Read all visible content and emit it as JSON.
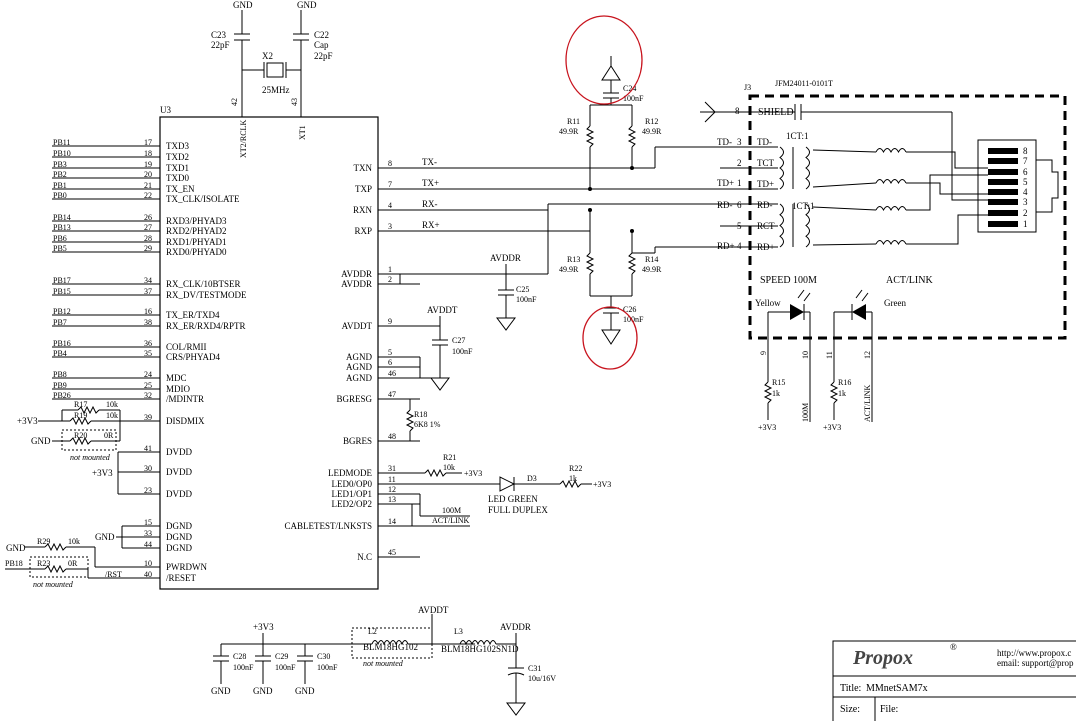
{
  "title": "Ethernet PHY (U3) schematic",
  "u3": {
    "ref": "U3",
    "left_pins": [
      {
        "num": "17",
        "name": "TXD3"
      },
      {
        "num": "18",
        "name": "TXD2"
      },
      {
        "num": "19",
        "name": "TXD1"
      },
      {
        "num": "20",
        "name": "TXD0"
      },
      {
        "num": "21",
        "name": "TX_EN"
      },
      {
        "num": "22",
        "name": "TX_CLK/ISOLATE"
      },
      {
        "num": "26",
        "name": "RXD3/PHYAD3"
      },
      {
        "num": "27",
        "name": "RXD2/PHYAD2"
      },
      {
        "num": "28",
        "name": "RXD1/PHYAD1"
      },
      {
        "num": "29",
        "name": "RXD0/PHYAD0"
      },
      {
        "num": "34",
        "name": "RX_CLK/10BTSER"
      },
      {
        "num": "37",
        "name": "RX_DV/TESTMODE"
      },
      {
        "num": "16",
        "name": "TX_ER/TXD4"
      },
      {
        "num": "38",
        "name": "RX_ER/RXD4/RPTR"
      },
      {
        "num": "36",
        "name": "COL/RMII"
      },
      {
        "num": "35",
        "name": "CRS/PHYAD4"
      },
      {
        "num": "24",
        "name": "MDC"
      },
      {
        "num": "25",
        "name": "MDIO"
      },
      {
        "num": "32",
        "name": "/MDINTR"
      },
      {
        "num": "39",
        "name": "DISDMIX"
      },
      {
        "num": "41",
        "name": "DVDD"
      },
      {
        "num": "30",
        "name": "DVDD"
      },
      {
        "num": "23",
        "name": "DVDD"
      },
      {
        "num": "15",
        "name": "DGND"
      },
      {
        "num": "33",
        "name": "DGND"
      },
      {
        "num": "44",
        "name": "DGND"
      },
      {
        "num": "10",
        "name": "PWRDWN"
      },
      {
        "num": "40",
        "name": "/RESET"
      }
    ],
    "right_pins": [
      {
        "num": "8",
        "name": "TXN"
      },
      {
        "num": "7",
        "name": "TXP"
      },
      {
        "num": "4",
        "name": "RXN"
      },
      {
        "num": "3",
        "name": "RXP"
      },
      {
        "num": "1",
        "name": "AVDDR"
      },
      {
        "num": "2",
        "name": "AVDDR"
      },
      {
        "num": "9",
        "name": "AVDDT"
      },
      {
        "num": "5",
        "name": "AGND"
      },
      {
        "num": "6",
        "name": "AGND"
      },
      {
        "num": "46",
        "name": "AGND"
      },
      {
        "num": "47",
        "name": "BGRESG"
      },
      {
        "num": "48",
        "name": "BGRES"
      },
      {
        "num": "31",
        "name": "LEDMODE"
      },
      {
        "num": "11",
        "name": "LED0/OP0"
      },
      {
        "num": "12",
        "name": "LED1/OP1"
      },
      {
        "num": "13",
        "name": "LED2/OP2"
      },
      {
        "num": "14",
        "name": "CABLETEST/LNKSTS"
      },
      {
        "num": "45",
        "name": "N.C"
      }
    ],
    "top_pins": [
      {
        "num": "42",
        "name": "XT2/RCLK"
      },
      {
        "num": "43",
        "name": "XT1"
      }
    ]
  },
  "port_labels": [
    "PB11",
    "PB10",
    "PB3",
    "PB2",
    "PB1",
    "PB0",
    "PB14",
    "PB13",
    "PB6",
    "PB5",
    "PB17",
    "PB15",
    "PB12",
    "PB7",
    "PB16",
    "PB4",
    "PB8",
    "PB9",
    "PB26"
  ],
  "port_pb18": "PB18",
  "gnd": "GND",
  "v33": "+3V3",
  "avddr": "AVDDR",
  "avddt": "AVDDT",
  "not_mounted": "not mounted",
  "rst": "/RST",
  "crystal": {
    "c23": "C23",
    "c23v": "22pF",
    "c22": "C22",
    "c22t": "Cap",
    "c22v": "22pF",
    "x2": "X2",
    "freq": "25MHz"
  },
  "res": {
    "r17": "R17",
    "r17v": "10k",
    "r19": "R19",
    "r19v": "10k",
    "r20": "R20",
    "r20v": "0R",
    "r29": "R29",
    "r29v": "10k",
    "r23": "R23",
    "r23v": "0R",
    "r11": "R11",
    "r12": "R12",
    "r13": "R13",
    "r14": "R14",
    "r49": "49.9R",
    "r18": "R18",
    "r18v": "6K8 1%",
    "r21": "R21",
    "r21v": "10k",
    "r22": "R22",
    "r22v": "1k",
    "r15": "R15",
    "r16": "R16",
    "r1k": "1k"
  },
  "caps": {
    "c24": "C24",
    "c26": "C26",
    "c25": "C25",
    "c27": "C27",
    "c28": "C28",
    "c29": "C29",
    "c30": "C30",
    "c31": "C31",
    "v100n": "100nF",
    "c31v": "10u/16V"
  },
  "nets": {
    "txm": "TX-",
    "txp": "TX+",
    "rxm": "RX-",
    "rxp": "RX+",
    "m100": "100M",
    "actlink": "ACT/LINK"
  },
  "led": {
    "d3": "D3",
    "d3l1": "LED GREEN",
    "d3l2": "FULL DUPLEX"
  },
  "inductors": {
    "l2": "L2",
    "l2v": "BLM18HG102",
    "l3": "L3",
    "l3v": "BLM18HG102SN1D"
  },
  "j3": {
    "ref": "J3",
    "part": "JFM24011-0101T",
    "shield": "SHIELD",
    "shield_num": "8",
    "left": [
      {
        "num": "3",
        "name": "TD-"
      },
      {
        "num": "2",
        "name": "TCT"
      },
      {
        "num": "1",
        "name": "TD+"
      },
      {
        "num": "6",
        "name": "RD-"
      },
      {
        "num": "5",
        "name": "RCT"
      },
      {
        "num": "4",
        "name": "RD+"
      }
    ],
    "ratio": "1CT:1",
    "rj_pins": [
      "8",
      "7",
      "6",
      "5",
      "4",
      "3",
      "2",
      "1"
    ],
    "speed": "SPEED 100M",
    "act": "ACT/LINK",
    "yellow": "Yellow",
    "green": "Green",
    "bottom_pins": [
      "9",
      "10",
      "11",
      "12"
    ]
  },
  "titleblock": {
    "logo": "Propox",
    "reg": "®",
    "url": "http://www.propox.c",
    "email": "email: support@prop",
    "title_label": "Title:",
    "title_value": "MMnetSAM7x",
    "size_label": "Size:",
    "file_label": "File:"
  }
}
